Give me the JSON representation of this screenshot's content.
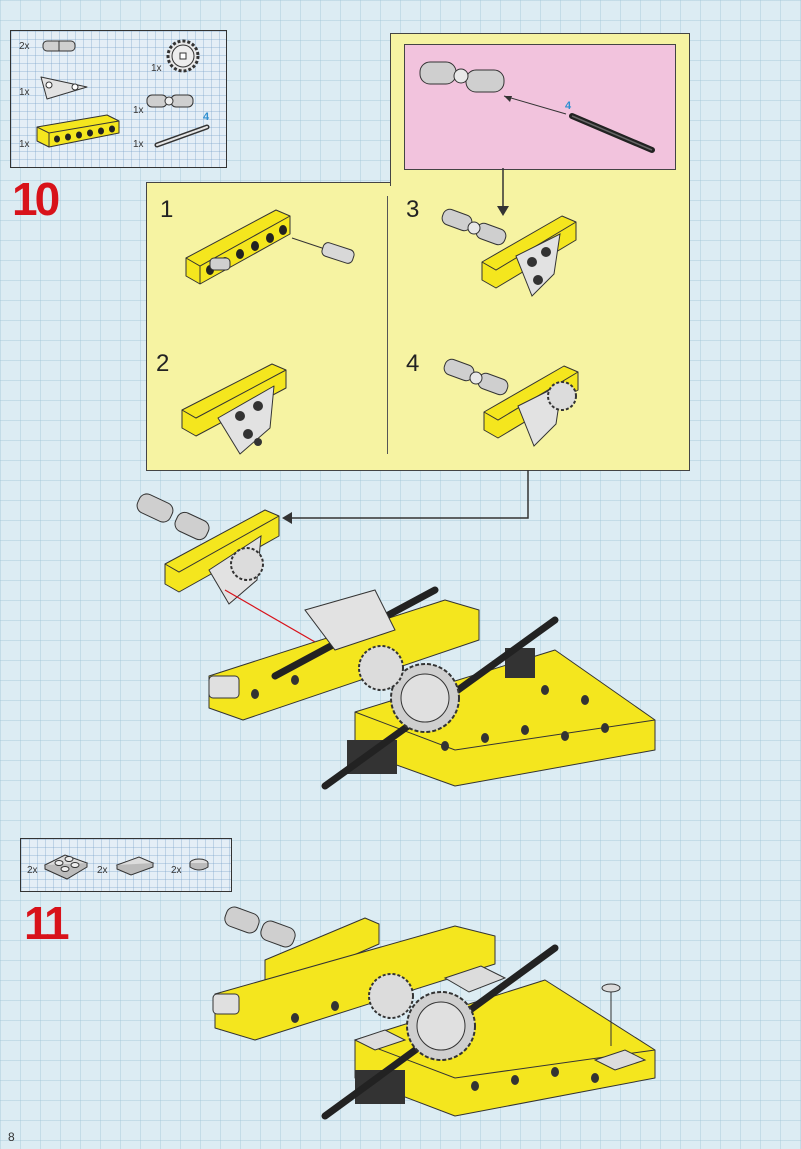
{
  "page_number": "8",
  "steps": [
    {
      "number": "10",
      "parts": [
        {
          "qty": "2x",
          "icon": "friction-pin-icon"
        },
        {
          "qty": "1x",
          "icon": "gear-12-tooth-icon"
        },
        {
          "qty": "1x",
          "icon": "triangle-plate-icon"
        },
        {
          "qty": "1x",
          "icon": "universal-joint-icon"
        },
        {
          "qty": "1x",
          "icon": "technic-beam-6-icon"
        },
        {
          "qty": "1x",
          "icon": "axle-icon",
          "axle_length": "4"
        }
      ],
      "callout_axle_length": "4",
      "substeps": [
        "1",
        "2",
        "3",
        "4"
      ]
    },
    {
      "number": "11",
      "parts": [
        {
          "qty": "2x",
          "icon": "plate-2x2-icon"
        },
        {
          "qty": "2x",
          "icon": "plate-1x2-icon"
        },
        {
          "qty": "2x",
          "icon": "round-plate-1x1-icon"
        }
      ]
    }
  ],
  "colors": {
    "step_number": "#d8121a",
    "panel_yellow": "#f6f3a2",
    "panel_pink": "#f2c3dd",
    "brick_yellow": "#f4e61e",
    "axle_length_blue": "#2f8fd0"
  }
}
